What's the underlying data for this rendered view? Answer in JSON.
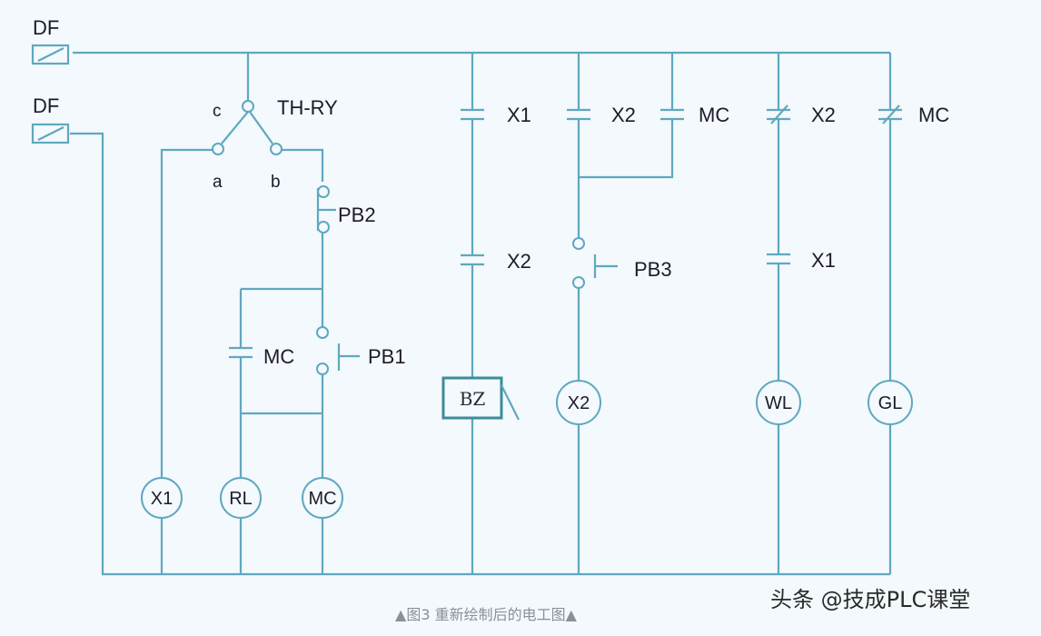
{
  "diagram": {
    "df_top": "DF",
    "df_bottom": "DF",
    "switch": {
      "name": "TH-RY",
      "c": "c",
      "a": "a",
      "b": "b"
    },
    "pb2": "PB2",
    "pb1": "PB1",
    "pb3": "PB3",
    "mc_contact_left": "MC",
    "col_bz": {
      "contact1": "X1",
      "contact2": "X2",
      "device": "BZ"
    },
    "col_x2": {
      "contact1": "X2",
      "contact_mc": "MC",
      "coil": "X2"
    },
    "col_wl": {
      "contact1": "X2",
      "contact2": "X1",
      "coil": "WL"
    },
    "col_gl": {
      "contact1": "MC",
      "coil": "GL"
    },
    "coils_left": {
      "x1": "X1",
      "rl": "RL",
      "mc": "MC"
    }
  },
  "caption": "▲图3 重新绘制后的电工图▲",
  "watermark": "头条 @技成PLC课堂"
}
